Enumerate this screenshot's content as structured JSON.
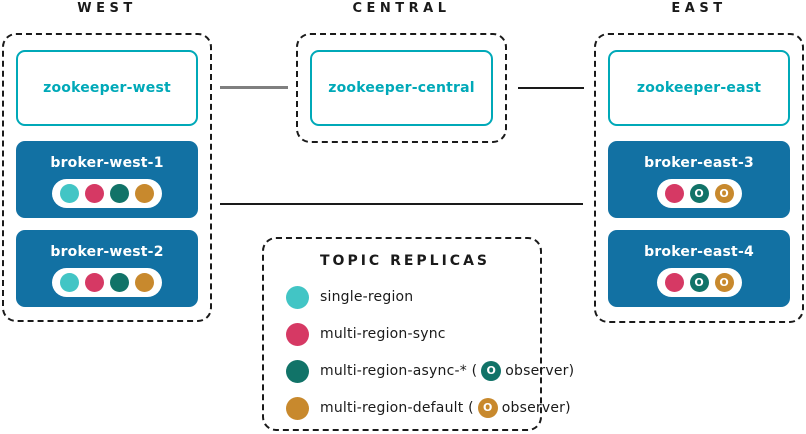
{
  "colors": {
    "single_region": "#42c5c5",
    "multi_region_sync": "#d63964",
    "multi_region_async": "#117368",
    "multi_region_default": "#c8892d",
    "broker_blue": "#1271a3",
    "zookeeper_teal": "#00a9b8",
    "line_gray": "#7f7f7f",
    "line_black": "#1a1a1a"
  },
  "observer_mark": "O",
  "regions": {
    "west": {
      "title": "WEST",
      "zookeeper_label": "zookeeper-west",
      "broker1_label": "broker-west-1",
      "broker2_label": "broker-west-2"
    },
    "central": {
      "title": "CENTRAL",
      "zookeeper_label": "zookeeper-central"
    },
    "east": {
      "title": "EAST",
      "zookeeper_label": "zookeeper-east",
      "broker1_label": "broker-east-3",
      "broker2_label": "broker-east-4"
    }
  },
  "legend": {
    "title": "TOPIC REPLICAS",
    "items": [
      {
        "label": "single-region"
      },
      {
        "label": "multi-region-sync"
      },
      {
        "label_prefix": "multi-region-async-* (",
        "label_suffix": "observer)"
      },
      {
        "label_prefix": "multi-region-default (",
        "label_suffix": "observer)"
      }
    ]
  }
}
